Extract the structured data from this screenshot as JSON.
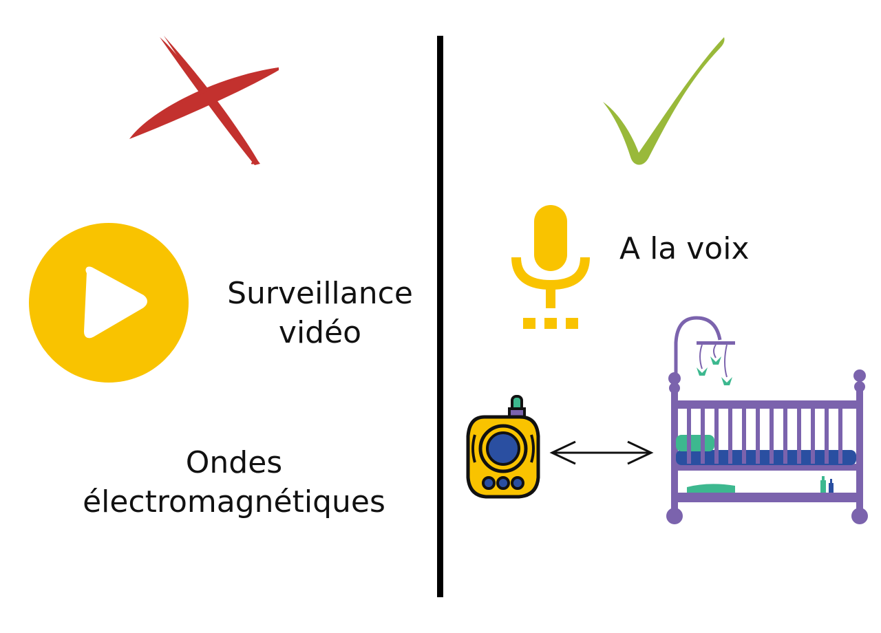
{
  "colors": {
    "cross": "#c3312e",
    "check": "#99b93a",
    "yellow": "#f9c300",
    "purple": "#7b63ad",
    "navy": "#2a4fa1",
    "green": "#3db88f",
    "divider": "#000000"
  },
  "icons": {
    "not_recommended": "cross-icon",
    "recommended": "check-icon",
    "video": "play-icon",
    "voice": "microphone-icon",
    "monitor": "baby-monitor-icon",
    "link": "double-arrow-icon",
    "crib": "crib-icon"
  },
  "left_column": {
    "video_label_line1": "Surveillance",
    "video_label_line2": "vidéo",
    "waves_label_line1": "Ondes",
    "waves_label_line2": "électromagnétiques"
  },
  "right_column": {
    "voice_label": "A la voix"
  }
}
